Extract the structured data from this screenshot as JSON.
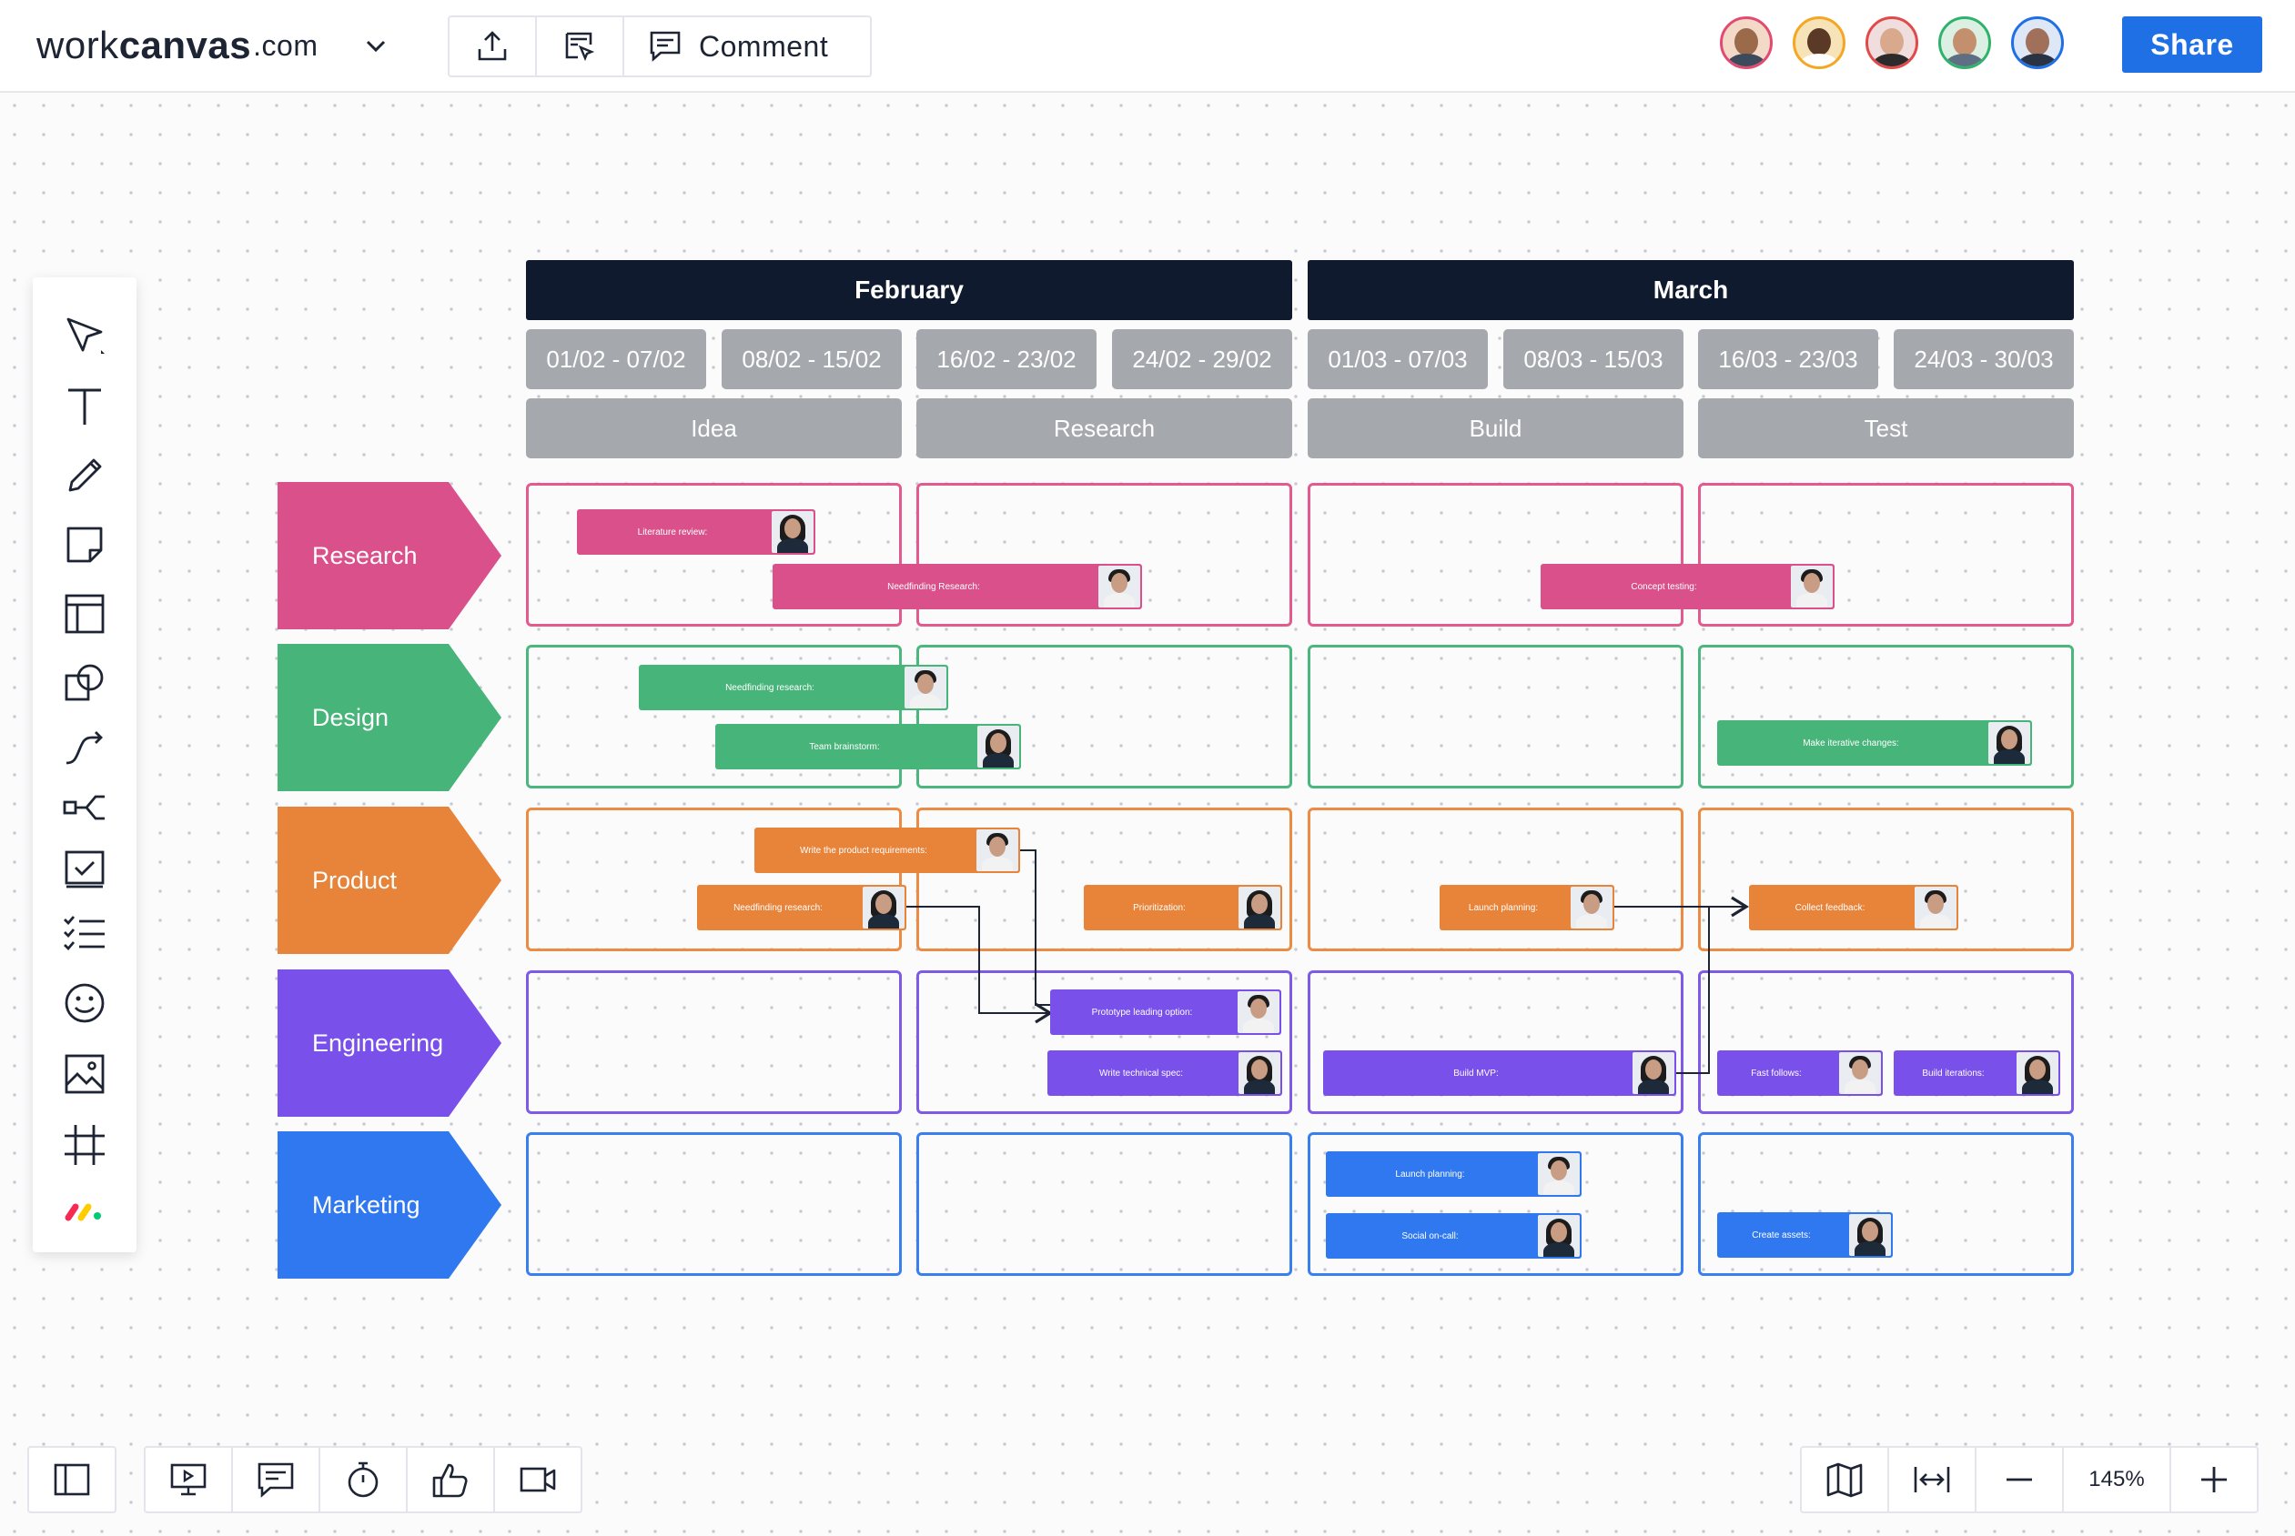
{
  "app": {
    "logo_light": "work",
    "logo_bold": "canvas",
    "logo_suffix": ".com",
    "toolbar": {
      "comment_label": "Comment"
    },
    "share_label": "Share",
    "zoom_label": "145%",
    "collaborator_ring_colors": [
      "#e24a72",
      "#f5a623",
      "#e24a4a",
      "#2fb36b",
      "#1f6fe5"
    ]
  },
  "board": {
    "months": [
      "February",
      "March"
    ],
    "weeks": [
      "01/02 - 07/02",
      "08/02 - 15/02",
      "16/02 - 23/02",
      "24/02 - 29/02",
      "01/03 - 07/03",
      "08/03 - 15/03",
      "16/03 - 23/03",
      "24/03 - 30/03"
    ],
    "phases": [
      "Idea",
      "Research",
      "Build",
      "Test"
    ],
    "rows": [
      {
        "label": "Research",
        "color": "#d9508a",
        "cell_border": "#e25a8e"
      },
      {
        "label": "Design",
        "color": "#47b47a",
        "cell_border": "#4cb67f"
      },
      {
        "label": "Product",
        "color": "#e8843a",
        "cell_border": "#ec8c44"
      },
      {
        "label": "Engineering",
        "color": "#7a50ea",
        "cell_border": "#7e5ae6"
      },
      {
        "label": "Marketing",
        "color": "#2f78f0",
        "cell_border": "#3a7ff0"
      }
    ],
    "tasks": {
      "t1": "Literature review:",
      "t2": "Needfinding Research:",
      "t3": "Concept testing:",
      "t4": "Needfinding research:",
      "t5": "Team brainstorm:",
      "t6": "Make iterative changes:",
      "t7": "Write the product requirements:",
      "t8": "Needfinding research:",
      "t9": "Prioritization:",
      "t10": "Launch planning:",
      "t11": "Collect feedback:",
      "t12": "Prototype leading option:",
      "t13": "Write technical spec:",
      "t14": "Build MVP:",
      "t15": "Fast follows:",
      "t16": "Build iterations:",
      "t17": "Launch planning:",
      "t18": "Social on-call:",
      "t19": "Create assets:"
    }
  }
}
